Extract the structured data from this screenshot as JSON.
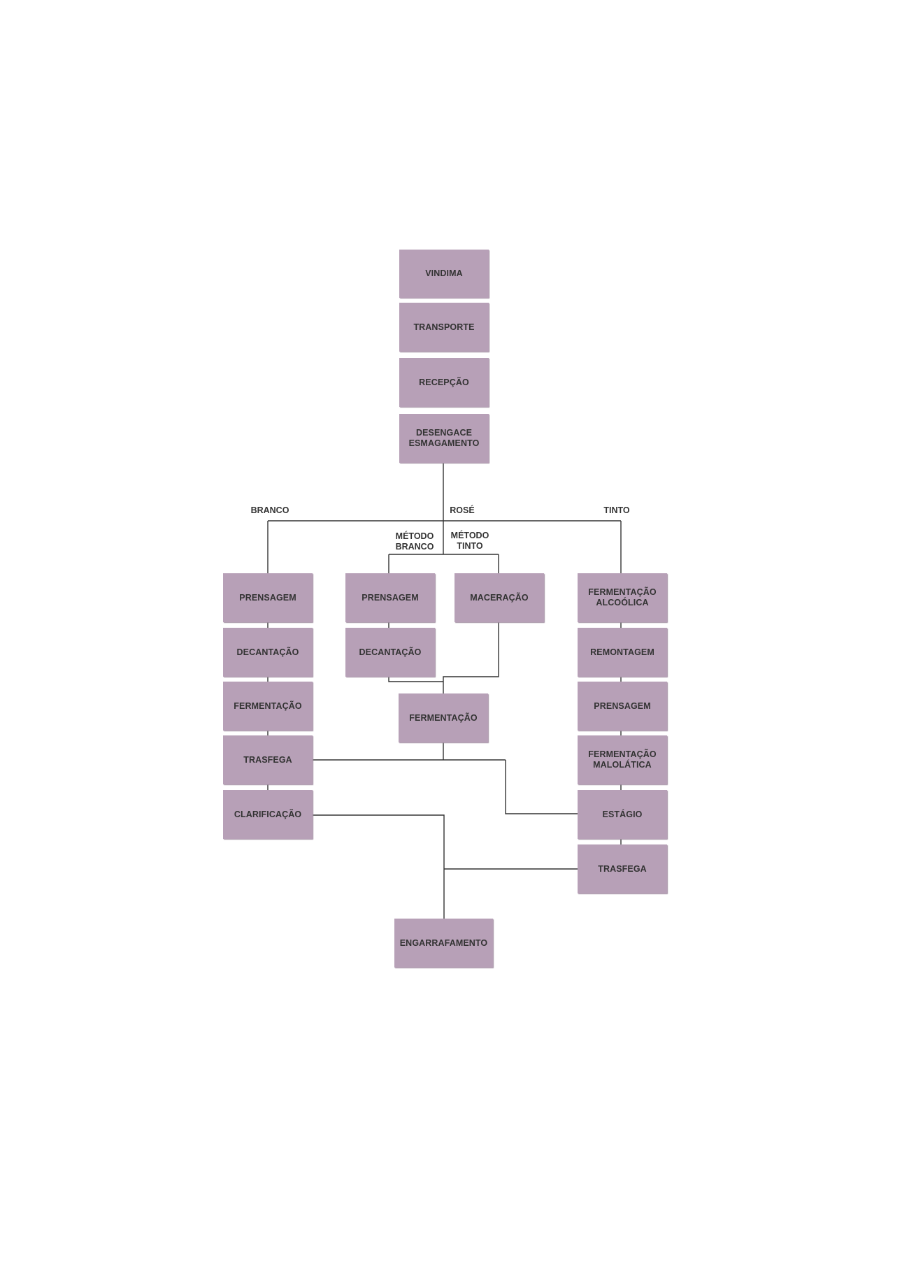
{
  "nodes": {
    "vindima": "VINDIMA",
    "transporte": "TRANSPORTE",
    "recepcao": "RECEPÇÃO",
    "desengace": "DESENGACE\nESMAGAMENTO",
    "branco_prensagem": "PRENSAGEM",
    "branco_decantacao": "DECANTAÇÃO",
    "branco_fermentacao": "FERMENTAÇÃO",
    "branco_trasfega": "TRASFEGA",
    "branco_clarificacao": "CLARIFICAÇÃO",
    "rose_prensagem": "PRENSAGEM",
    "rose_decantacao": "DECANTAÇÃO",
    "rose_maceracao": "MACERAÇÃO",
    "rose_fermentacao": "FERMENTAÇÃO",
    "tinto_fermentacao_alcoolica": "FERMENTAÇÃO\nALCOÓLICA",
    "tinto_remontagem": "REMONTAGEM",
    "tinto_prensagem": "PRENSAGEM",
    "tinto_fermentacao_malolatica": "FERMENTAÇÃO\nMALOLÁTICA",
    "tinto_estagio": "ESTÁGIO",
    "tinto_trasfega": "TRASFEGA",
    "engarrafamento": "ENGARRAFAMENTO"
  },
  "labels": {
    "branco": "BRANCO",
    "rose": "ROSÉ",
    "tinto": "TINTO",
    "metodo_branco": "MÉTODO\nBRANCO",
    "metodo_tinto": "MÉTODO\nTINTO"
  },
  "colors": {
    "box_fill": "#b7a0b7",
    "line": "#333333",
    "text": "#333333"
  }
}
